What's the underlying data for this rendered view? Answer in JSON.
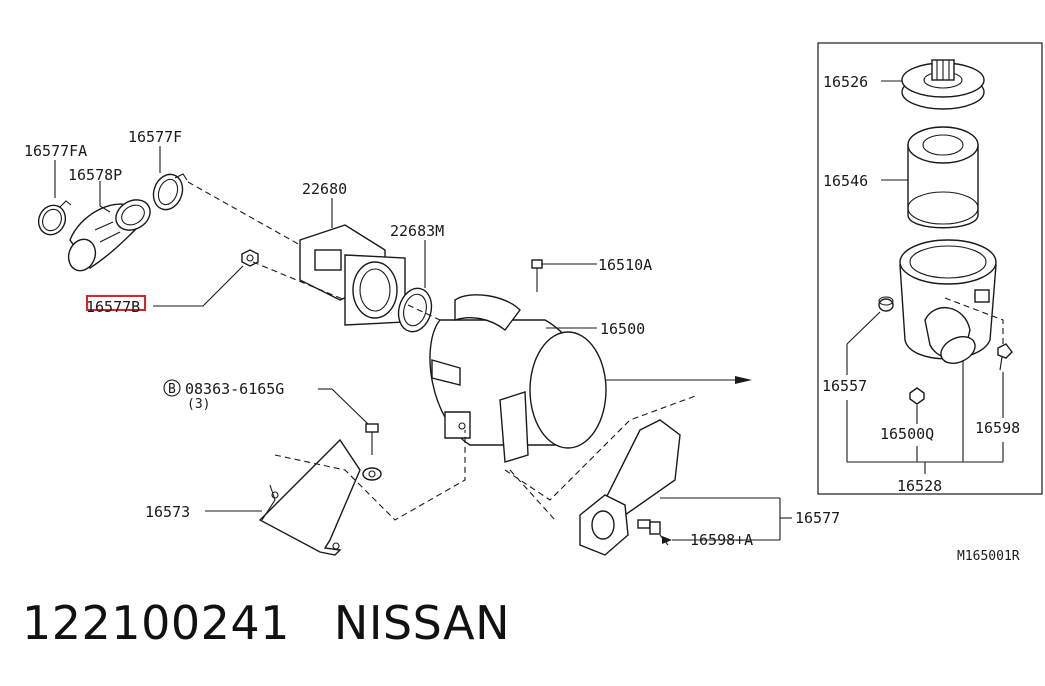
{
  "diagram": {
    "part_labels": {
      "p16577FA": "16577FA",
      "p16577F": "16577F",
      "p16578P": "16578P",
      "p22680": "22680",
      "p22683M": "22683M",
      "p16510A": "16510A",
      "p16500": "16500",
      "p16577B": "16577B",
      "bolt_code": "08363-6165G",
      "bolt_prefix": "B",
      "bolt_qty": "(3)",
      "p16573": "16573",
      "p16577": "16577",
      "p16598A": "16598+A",
      "p16526": "16526",
      "p16546": "16546",
      "p16557": "16557",
      "p16500Q": "16500Q",
      "p16598": "16598",
      "p16528": "16528"
    },
    "figure_code": "M165001R",
    "highlight_color": "#e0202a"
  },
  "footer": {
    "part_number": "122100241",
    "brand": "NISSAN"
  }
}
